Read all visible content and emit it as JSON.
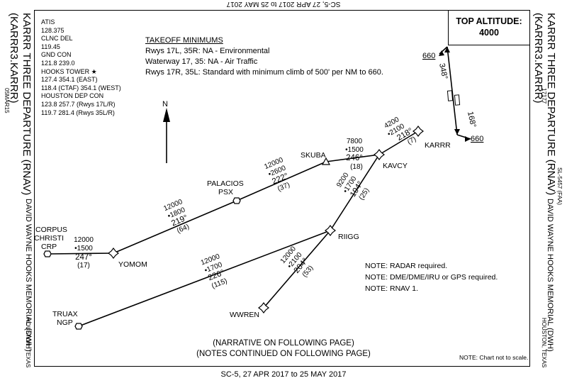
{
  "header": {
    "top_caption": "SC-5, 27 APR 2017 to 25 MAY 2017",
    "bottom_caption": "SC-5,  27 APR 2017  to  25 MAY 2017"
  },
  "side_left": {
    "title": "KARRR THREE DEPARTURE (RNAV)",
    "code": "(KARRR3.KARRR)",
    "date": "05MAR15",
    "airport": "DAVID WAYNE HOOKS MEMORIAL (DWH)",
    "city": "HOUSTON, TEXAS"
  },
  "side_right": {
    "title": "KARRR THREE DEPARTURE (RNAV)",
    "code": "(KARRR3.KARRR)",
    "date": "17177",
    "faa": "SL-5457 (FAA)",
    "airport": "DAVID WAYNE HOOKS MEMORIAL (DWH)",
    "city": "HOUSTON, TEXAS"
  },
  "comms": [
    "ATIS",
    "128.375",
    "CLNC DEL",
    "119.45",
    "GND CON",
    "121.8  239.0",
    "HOOKS TOWER ★",
    "127.4  354.1 (EAST)",
    "118.4 (CTAF)  354.1 (WEST)",
    "HOUSTON DEP CON",
    "123.8  257.7 (Rwys 17L/R)",
    "119.7  281.4 (Rwys 35L/R)"
  ],
  "takeoff": {
    "heading": "TAKEOFF MINIMUMS",
    "lines": [
      "Rwys 17L, 35R:  NA - Environmental",
      "Waterway 17, 35:  NA - Air Traffic",
      "Rwys 17R, 35L:  Standard with minimum climb of 500' per NM to 660."
    ]
  },
  "top_altitude": {
    "label": "TOP ALTITUDE:",
    "value": "4000"
  },
  "north_label": "N",
  "holding": {
    "inbound": "348°",
    "outbound": "168°",
    "alt_top": "660",
    "alt_bottom": "660"
  },
  "fixes": {
    "karrr": "KARRR",
    "kavcy": "KAVCY",
    "skuba": "SKUBA",
    "palacios": "PALACIOS",
    "psx": "PSX",
    "corpus": "CORPUS",
    "christi": "CHRISTI",
    "crp": "CRP",
    "yomom": "YOMOM",
    "riigg": "RIIGG",
    "truax": "TRUAX",
    "ngp": "NGP",
    "wwren": "WWREN"
  },
  "legs": {
    "kavcy_karrr": [
      "4200",
      "•2100",
      "218°",
      "(7)"
    ],
    "skuba_kavcy": [
      "7800",
      "•1500",
      "246°",
      "(18)"
    ],
    "psx_skuba": [
      "12000",
      "•2600",
      "222°",
      "(37)"
    ],
    "yomom_psx": [
      "12000",
      "•1800",
      "219°",
      "(64)"
    ],
    "crp_yomom": [
      "12000",
      "•1500",
      "247°",
      "(17)"
    ],
    "riigg_kavcy": [
      "9200",
      "•1700",
      "194°",
      "(25)"
    ],
    "ngp_riigg": [
      "12000",
      "•1700",
      "226°",
      "(115)"
    ],
    "wwren_riigg": [
      "12000",
      "•2100",
      "204°",
      "(53)"
    ]
  },
  "notes": [
    "NOTE:  RADAR required.",
    "NOTE:  DME/DME/IRU or GPS required.",
    "NOTE:  RNAV 1."
  ],
  "narrative": [
    "(NARRATIVE ON FOLLOWING PAGE)",
    "(NOTES CONTINUED ON FOLLOWING PAGE)"
  ],
  "scale_note": "NOTE: Chart not to scale."
}
